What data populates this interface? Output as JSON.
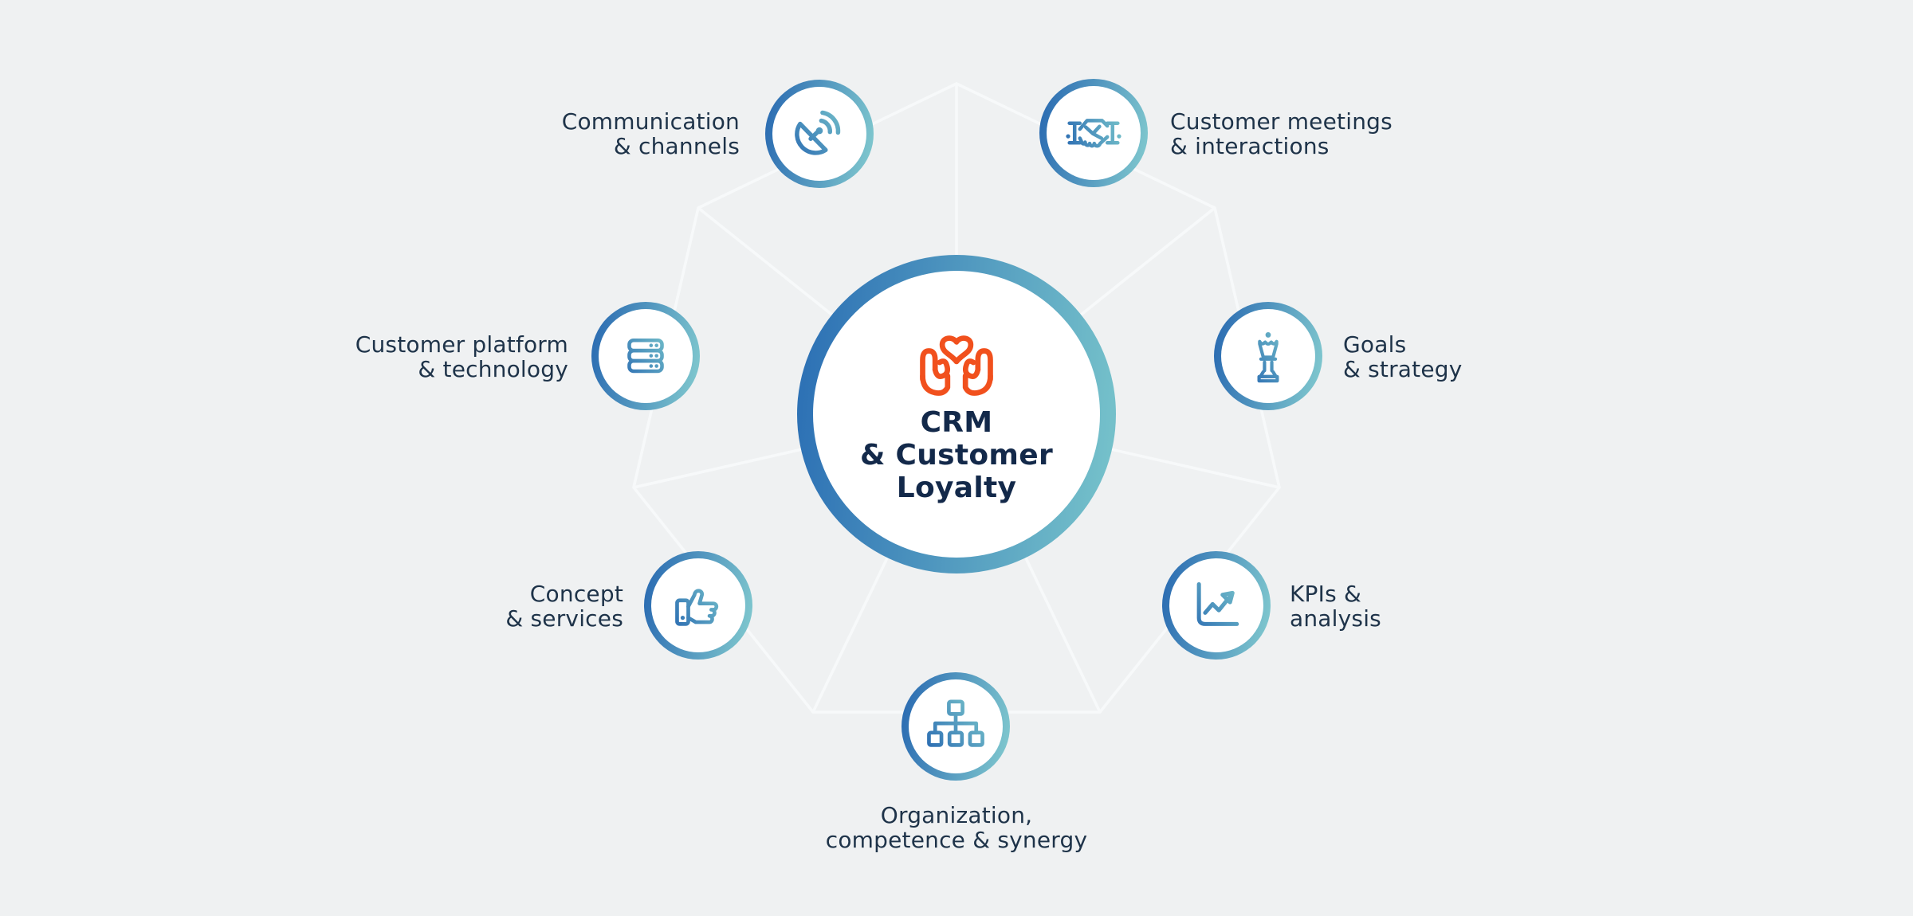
{
  "background_color": "#eff1f2",
  "palette": {
    "ring_gradient_start": "#2e6fb3",
    "ring_gradient_end": "#7cc4cd",
    "icon_gradient_start": "#2e6fb3",
    "icon_gradient_end": "#74c0ca",
    "accent_orange": "#f1501d",
    "label_text": "#1e3349",
    "center_text": "#13294a",
    "web_line": "#f8fafb"
  },
  "center": {
    "icon": "hands-holding-heart-icon",
    "lines": [
      "CRM",
      "& Customer",
      "Loyalty"
    ]
  },
  "nodes": [
    {
      "id": "communication",
      "position": "top-left",
      "icon": "satellite-dish-icon",
      "label_lines": [
        "Communication",
        "& channels"
      ]
    },
    {
      "id": "meetings",
      "position": "top-right",
      "icon": "handshake-icon",
      "label_lines": [
        "Customer meetings",
        "& interactions"
      ]
    },
    {
      "id": "platform",
      "position": "left",
      "icon": "server-stack-icon",
      "label_lines": [
        "Customer platform",
        "& technology"
      ]
    },
    {
      "id": "goals",
      "position": "right",
      "icon": "chess-queen-icon",
      "label_lines": [
        "Goals",
        "& strategy"
      ]
    },
    {
      "id": "concept",
      "position": "bottom-left",
      "icon": "thumbs-up-icon",
      "label_lines": [
        "Concept",
        "& services"
      ]
    },
    {
      "id": "kpis",
      "position": "bottom-right",
      "icon": "line-chart-arrow-icon",
      "label_lines": [
        "KPIs &",
        "analysis"
      ]
    },
    {
      "id": "organization",
      "position": "bottom",
      "icon": "org-chart-icon",
      "label_lines": [
        "Organization,",
        "competence & synergy"
      ]
    }
  ]
}
